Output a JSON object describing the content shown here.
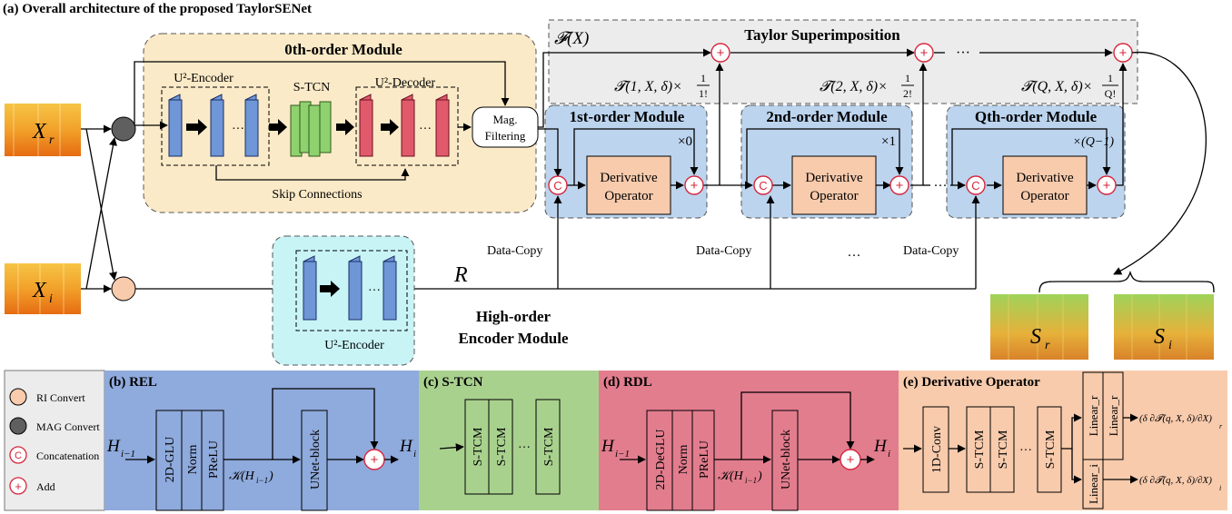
{
  "caption": "(a) Overall architecture of the proposed TaylorSENet",
  "zeroth": {
    "title": "0th-order Module",
    "encoder": "U²-Encoder",
    "stcn": "S-TCN",
    "decoder": "U²-Decoder",
    "skip": "Skip Connections",
    "mag": [
      "Mag.",
      "Filtering"
    ]
  },
  "inputs": {
    "xr": "X",
    "xr_sub": "r",
    "xi": "X",
    "xi_sub": "i"
  },
  "taylor": {
    "title": "Taylor Superimposition",
    "fx": "𝓕(X)",
    "t1": "𝓣(1, X, δ)×",
    "t1_num": "1",
    "t1_den": "1!",
    "t2": "𝓣(2, X, δ)×",
    "t2_num": "1",
    "t2_den": "2!",
    "tq": "𝓣(Q, X, δ)×",
    "tq_num": "1",
    "tq_den": "Q!",
    "dots": "···"
  },
  "orders": [
    {
      "title": "1st-order Module",
      "mult": "×0",
      "op": [
        "Derivative",
        "Operator"
      ]
    },
    {
      "title": "2nd-order Module",
      "mult": "×1",
      "op": [
        "Derivative",
        "Operator"
      ]
    },
    {
      "title": "Qth-order Module",
      "mult": "×(Q−1)",
      "op": [
        "Derivative",
        "Operator"
      ]
    }
  ],
  "copy": {
    "label": "Data-Copy",
    "dots": "···"
  },
  "high": {
    "r": "R",
    "title_1": "High-order",
    "title_2": "Encoder Module",
    "encoder": "U²-Encoder"
  },
  "outputs": {
    "sr": "S",
    "sr_sub": "r",
    "si": "S",
    "si_sub": "i"
  },
  "legend": {
    "ri": "RI Convert",
    "mag": "MAG Convert",
    "cat": "Concatenation",
    "add": "Add",
    "c": "C",
    "plus": "+"
  },
  "rel": {
    "title": "(b) REL",
    "in": "H",
    "in_sub": "i−1",
    "blocks": [
      "2D-GLU",
      "Norm",
      "PReLU"
    ],
    "k": "𝒦(H",
    "k_sub": "i−1",
    "k_end": ")",
    "unet": "UNet-block",
    "out": "H",
    "out_sub": "i"
  },
  "stcn": {
    "title": "(c) S-TCN",
    "block": "S-TCM",
    "dots": "···"
  },
  "rdl": {
    "title": "(d) RDL",
    "in": "H",
    "in_sub": "i−1",
    "blocks": [
      "2D-DeGLU",
      "Norm",
      "PReLU"
    ],
    "k": "𝒦(H",
    "k_sub": "i−1",
    "k_end": ")",
    "unet": "UNet-block",
    "out": "H",
    "out_sub": "i"
  },
  "deriv": {
    "title": "(e) Derivative Operator",
    "conv": "1D-Conv",
    "block": "S-TCM",
    "dots": "···",
    "lin_r": "Linear_r",
    "lin_i": "Linear_i",
    "out_r": "(δ ∂𝓣(q, X, δ)/∂X)",
    "out_r_sub": "r",
    "out_i": "(δ ∂𝓣(q, X, δ)/∂X)",
    "out_i_sub": "i"
  },
  "colors": {
    "zeroth_bg": "#fbeac7",
    "taylor_bg": "#ececec",
    "order_bg": "#bcd4ee",
    "high_bg": "#c8f4f6",
    "legend_bg": "#ececec",
    "rel_bg": "#8faadc",
    "stcn_bg": "#a9d18e",
    "rdl_bg": "#e27d8e",
    "deriv_bg": "#f8cbad",
    "enc": "#6f96d6",
    "tcn": "#8fd16f",
    "dec": "#e05a6c",
    "op": "#f8cbad",
    "add": "#d7263d",
    "mag_node": "#5f5f5f",
    "ri_node": "#f8cbad"
  }
}
